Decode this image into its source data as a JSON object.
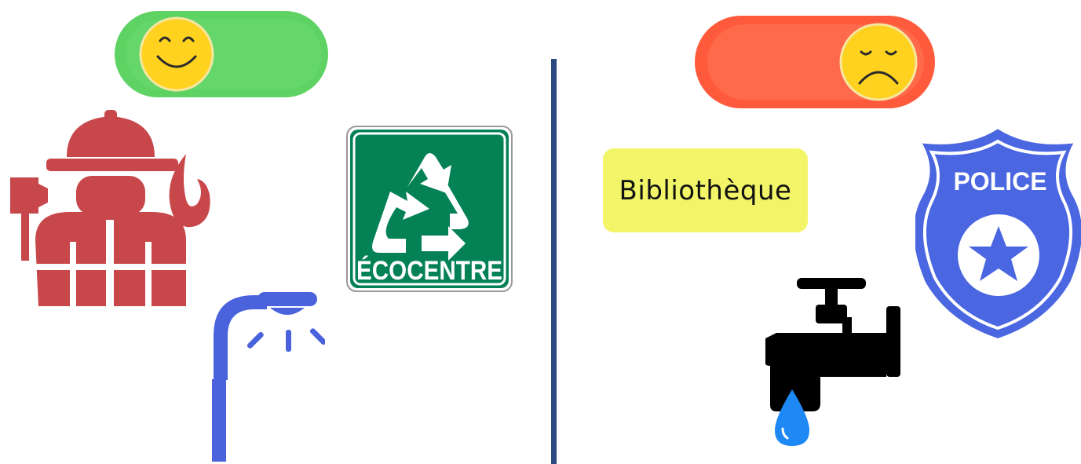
{
  "colors": {
    "toggle_on": "#5ed263",
    "toggle_on_inner": "#65d66a",
    "toggle_off": "#ff5a3c",
    "toggle_off_inner": "#ff6a4a",
    "smiley": "#ffd21f",
    "smiley_outline": "#f7e6a0",
    "divider": "#2c4a80",
    "firefighter": "#c8474a",
    "streetlight": "#4a63dd",
    "ecocentre_green": "#048155",
    "label_yellow": "#f2f568",
    "police_blue": "#4a66e0",
    "faucet": "#000000",
    "water_drop": "#1e88f5"
  },
  "left_panel": {
    "toggle_state": "on",
    "toggle_face_icon": "happy-face-icon",
    "ecocentre_sign": {
      "label": "ÉCOCENTRE",
      "icon": "recycle-icon"
    },
    "icons": [
      "firefighter-icon",
      "streetlight-icon"
    ]
  },
  "right_panel": {
    "toggle_state": "off",
    "toggle_face_icon": "sad-face-icon",
    "library_label": "Bibliothèque",
    "police_badge": {
      "label": "POLICE",
      "icon": "star-icon"
    },
    "icons": [
      "faucet-icon",
      "water-drop-icon"
    ]
  }
}
